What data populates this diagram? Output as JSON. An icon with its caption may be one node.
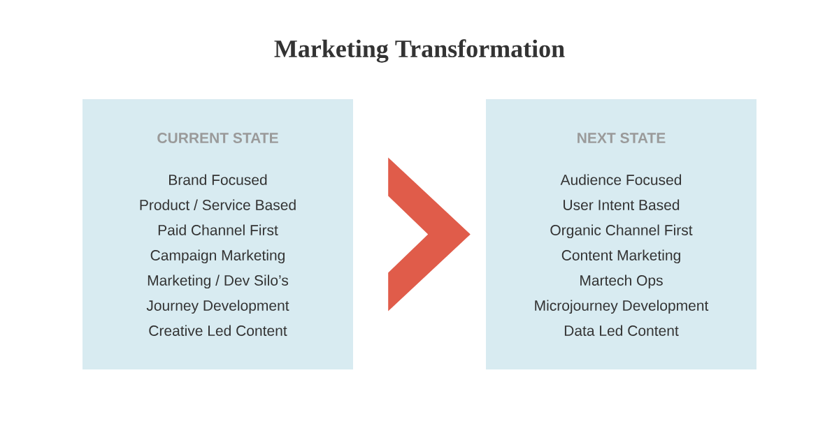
{
  "diagram": {
    "title": "Marketing Transformation",
    "nodes": [
      {
        "text": [
          "CURRENT STATE",
          "Brand Focused",
          "Product / Service Based",
          "Paid Channel First",
          "Campaign Marketing",
          "Marketing / Dev Silo’s",
          "Journey Development",
          "Creative Led Content"
        ]
      },
      {
        "text": [
          "NEXT STATE",
          "Audience Focused",
          "User Intent Based",
          "Organic Channel First",
          "Content Marketing",
          "Martech Ops",
          "Microjourney Development",
          "Data Led Content"
        ]
      }
    ],
    "edges": [
      {
        "from": 0,
        "to": 1,
        "arrow": "to",
        "color": "#e05c4a"
      }
    ]
  }
}
